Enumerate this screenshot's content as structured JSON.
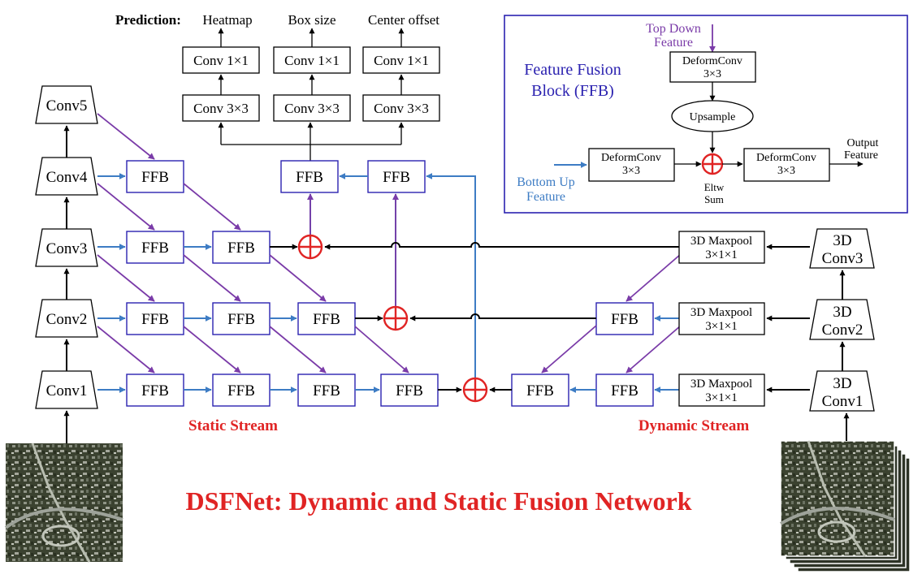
{
  "prediction": {
    "label": "Prediction:",
    "heads": [
      "Heatmap",
      "Box size",
      "Center offset"
    ],
    "conv1x1": "Conv 1×1",
    "conv3x3": "Conv 3×3"
  },
  "backbone_2d": [
    "Conv5",
    "Conv4",
    "Conv3",
    "Conv2",
    "Conv1"
  ],
  "backbone_3d": [
    {
      "line1": "3D",
      "line2": "Conv3"
    },
    {
      "line1": "3D",
      "line2": "Conv2"
    },
    {
      "line1": "3D",
      "line2": "Conv1"
    }
  ],
  "maxpool": {
    "line1": "3D Maxpool",
    "line2": "3×1×1"
  },
  "ffb_label": "FFB",
  "streams": {
    "static": "Static Stream",
    "dynamic": "Dynamic Stream"
  },
  "title": "DSFNet: Dynamic and Static Fusion Network",
  "ffb_legend": {
    "title_line1": "Feature Fusion",
    "title_line2": "Block (FFB)",
    "top_down_line1": "Top Down",
    "top_down_line2": "Feature",
    "bottom_up_line1": "Bottom Up",
    "bottom_up_line2": "Feature",
    "deform_line1": "DeformConv",
    "deform_line2": "3×3",
    "upsample": "Upsample",
    "eltw_line1": "Eltw",
    "eltw_line2": "Sum",
    "output_line1": "Output",
    "output_line2": "Feature"
  },
  "colors": {
    "blue_arrow": "#3d7cc4",
    "purple_arrow": "#7a3ba8",
    "ffb_border": "#2b22b0",
    "sum": "#e02424",
    "title": "#e02424"
  }
}
